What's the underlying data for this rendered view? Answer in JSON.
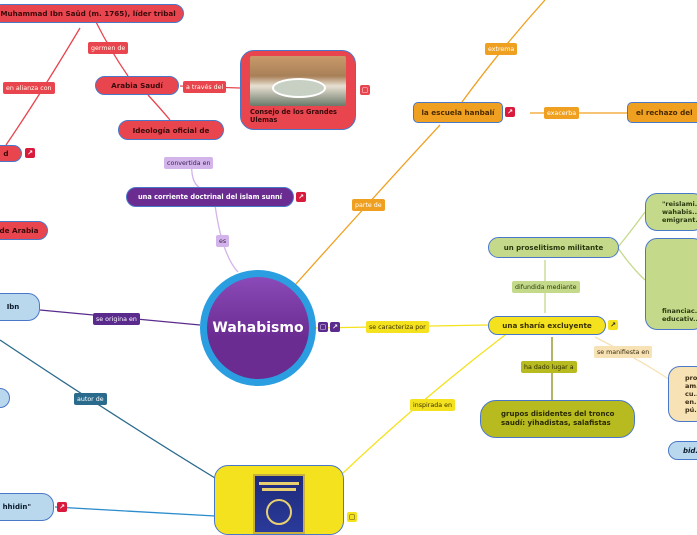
{
  "central": {
    "title": "Wahabismo"
  },
  "nodes": {
    "ibn_saud": "Muhammad Ibn Saûd (m. 1765), líder tribal",
    "arabia_saudi": "Arabia Saudí",
    "consejo": "Consejo de los Grandes Ulemas",
    "ideologia": "Ideología oficial de",
    "corriente": "una corriente doctrinal del islam sunní",
    "escuela": "la escuela hanbalí",
    "rechazo": "el rechazo del",
    "proselitismo": "un proselitismo militante",
    "sharia": "una sharía excluyente",
    "grupos": "grupos disidentes del tronco saudí: yihadistas, salafistas",
    "reislam": "\"reislami... wahabis... emigrant...",
    "financiacion": "financiac... educativ...",
    "manifiesta_node": "pro... am... cu... en... pú...",
    "bid": "bid...",
    "left_red1": "d",
    "left_red2": "de Arabia",
    "left_blue1": "Ibn",
    "left_blue3": "hhidin\""
  },
  "labels": {
    "germen_de": "germen de",
    "en_alianza_con": "en alianza con",
    "a_traves_del": "a través del",
    "convertida_en": "convertida en",
    "es": "es",
    "extrema": "extrema",
    "exacerba": "exacerba",
    "parte_de": "parte de",
    "se_caracteriza_por": "se caracteriza por",
    "difundida_mediante": "difundida mediante",
    "se_manifiesta_en": "se manifiesta en",
    "ha_dado_lugar_a": "ha dado lugar a",
    "inspirada_en": "inspirada en",
    "se_origina_en": "se origina en",
    "autor_de": "autor de"
  },
  "colors": {
    "red": "#e8454f",
    "purple": "#6a2c91",
    "orange": "#f0a020",
    "yellow": "#f4e21e",
    "olive": "#b8bb20",
    "green": "#c4d98a",
    "blue": "#b9d8ee"
  }
}
